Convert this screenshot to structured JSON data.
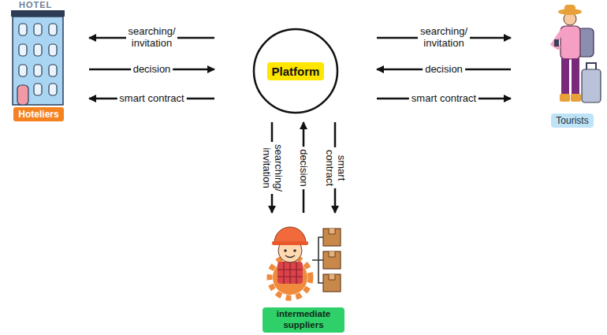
{
  "diagram": {
    "nodes": [
      {
        "text": [
          "Hoteliers"
        ]
      },
      {
        "text": [
          "Platform"
        ]
      },
      {
        "text": [
          "Tourists"
        ]
      },
      {
        "text": [
          "intermediate suppliers"
        ]
      }
    ],
    "edges": [
      {
        "from": 1,
        "to": 0,
        "label": "searching/ invitation",
        "arrow": "to"
      },
      {
        "from": 0,
        "to": 1,
        "label": "decision",
        "arrow": "to"
      },
      {
        "from": 1,
        "to": 0,
        "label": "smart contract",
        "arrow": "to"
      },
      {
        "from": 1,
        "to": 2,
        "label": "searching/ invitation",
        "arrow": "to"
      },
      {
        "from": 2,
        "to": 1,
        "label": "decision",
        "arrow": "to"
      },
      {
        "from": 1,
        "to": 2,
        "label": "smart contract",
        "arrow": "to"
      },
      {
        "from": 1,
        "to": 3,
        "label": "searching/ invitation",
        "arrow": "to"
      },
      {
        "from": 3,
        "to": 1,
        "label": "decision",
        "arrow": "to"
      },
      {
        "from": 1,
        "to": 3,
        "label": "smart contract",
        "arrow": "to"
      }
    ],
    "labels": [
      "HOTEL"
    ]
  }
}
